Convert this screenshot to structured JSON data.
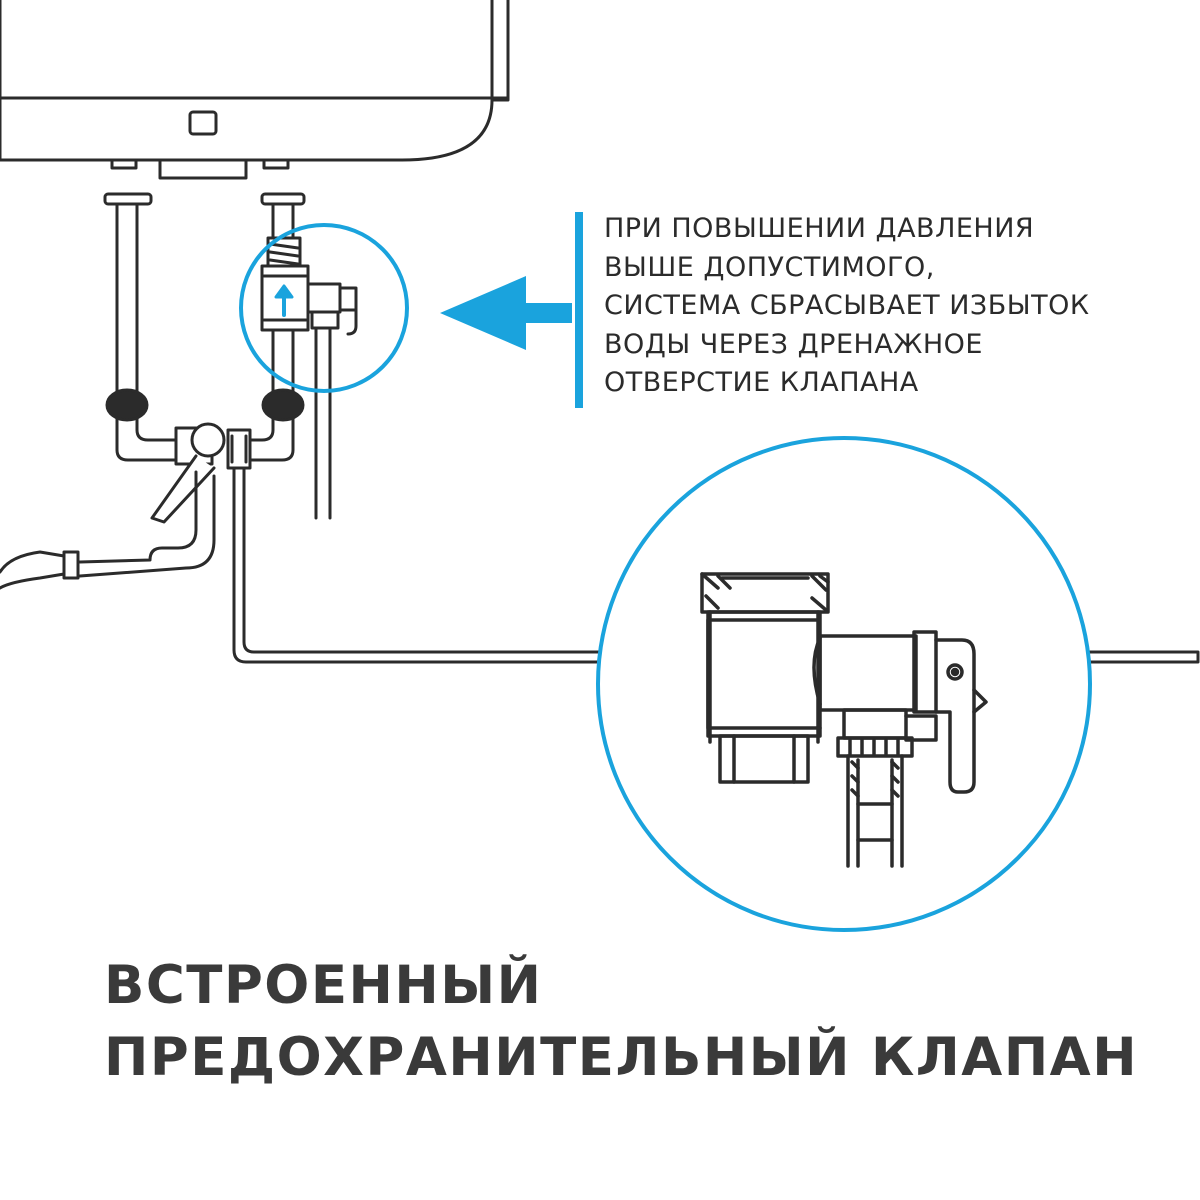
{
  "callout": {
    "lines": [
      "ПРИ ПОВЫШЕНИИ ДАВЛЕНИЯ",
      "ВЫШЕ ДОПУСТИМОГО,",
      "СИСТЕМА СБРАСЫВАЕТ ИЗБЫТОК",
      "ВОДЫ ЧЕРЕЗ ДРЕНАЖНОЕ",
      "ОТВЕРСТИЕ КЛАПАНА"
    ]
  },
  "title": {
    "line1": "ВСТРОЕННЫЙ",
    "line2": "ПРЕДОХРАНИТЕЛЬНЫЙ КЛАПАН"
  },
  "colors": {
    "accent": "#1aa3dd",
    "line": "#2b2b2b",
    "text": "#3a3a3a"
  }
}
